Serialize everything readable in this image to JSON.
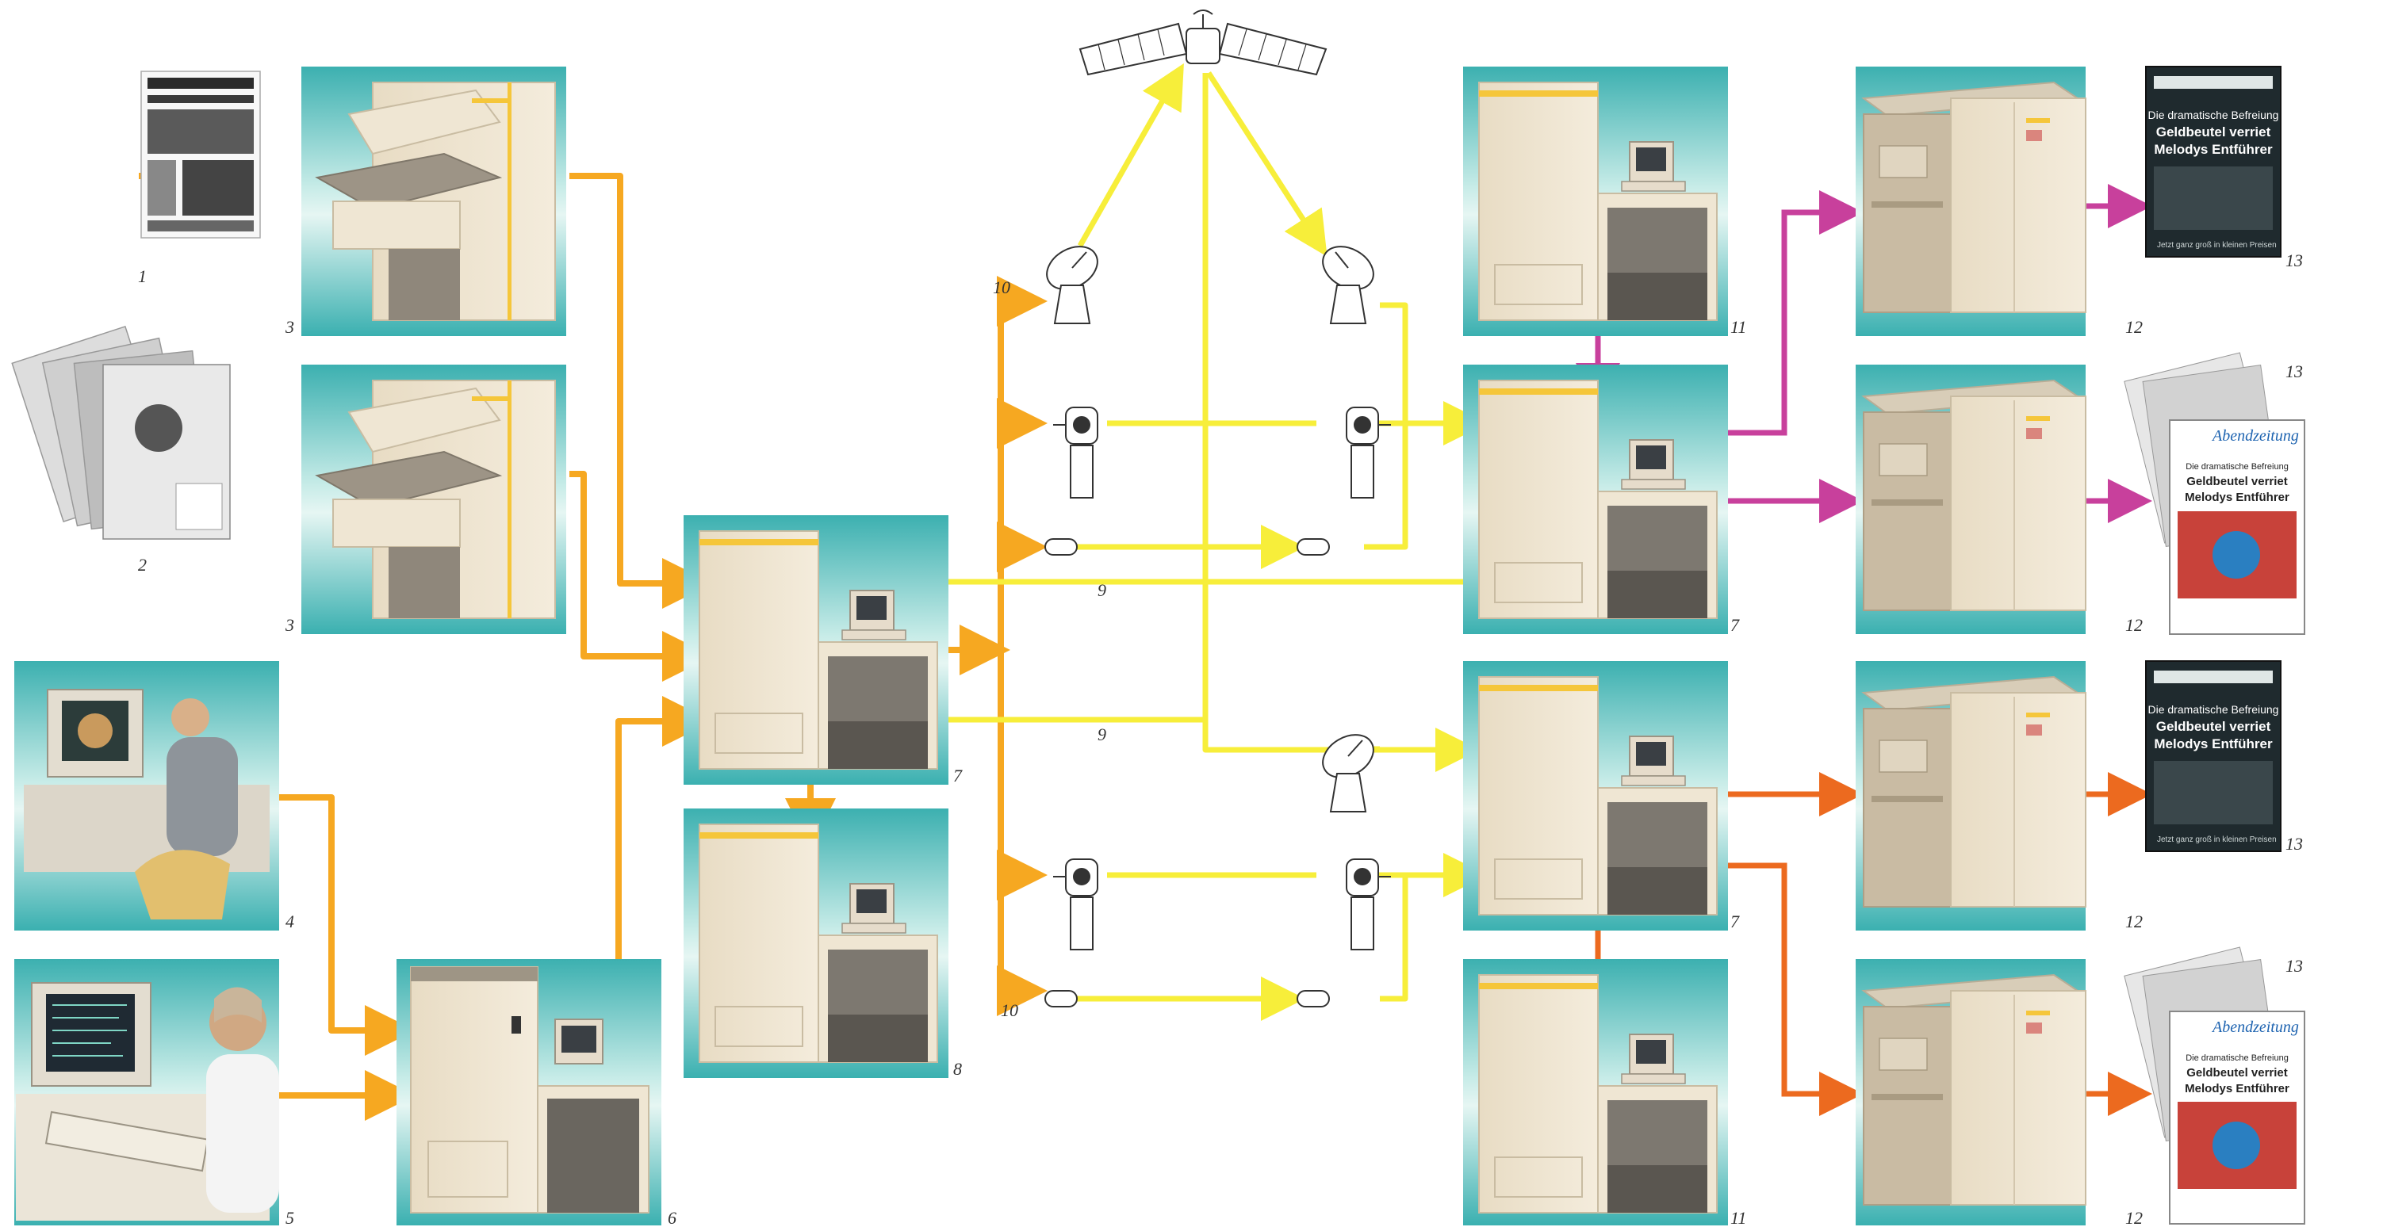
{
  "labels": {
    "n1": "1",
    "n2": "2",
    "n3a": "3",
    "n3b": "3",
    "n4": "4",
    "n5": "5",
    "n6": "6",
    "n7a": "7",
    "n7b": "7",
    "n7c": "7",
    "n8": "8",
    "n9a": "9",
    "n9b": "9",
    "n10a": "10",
    "n10b": "10",
    "n11a": "11",
    "n11b": "11",
    "n12a": "12",
    "n12b": "12",
    "n12c": "12",
    "n12d": "12",
    "n13a": "13",
    "n13b": "13",
    "n13c": "13",
    "n13d": "13"
  },
  "newspaper": {
    "headline_1": "Die dramatische Befreiung",
    "headline_2": "Geldbeutel verriet",
    "headline_3": "Melodys Entführer",
    "masthead": "Abendzeitung",
    "footer": "Jetzt ganz groß in kleinen Preisen"
  },
  "colors": {
    "input_flow": "#f6a821",
    "satellite_flow": "#f7ee3a",
    "output_magenta": "#c8409c",
    "output_orange": "#ec6a1f",
    "card_teal": "#4fb9b4",
    "machine_beige": "#efe6d3",
    "stripe_yellow": "#f5c63a"
  },
  "icons": [
    "satellite-icon",
    "dish-antenna-icon",
    "microwave-tower-icon",
    "cable-icon",
    "newspaper-icon",
    "photo-prints-icon"
  ]
}
